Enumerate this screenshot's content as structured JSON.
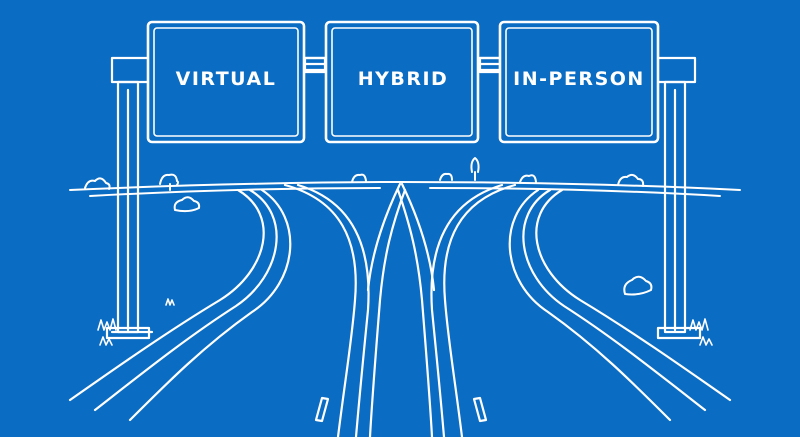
{
  "signs": [
    {
      "label": "VIRTUAL"
    },
    {
      "label": "HYBRID"
    },
    {
      "label": "IN-PERSON"
    }
  ],
  "colors": {
    "background": "#0a6cc2",
    "line": "#ffffff"
  }
}
